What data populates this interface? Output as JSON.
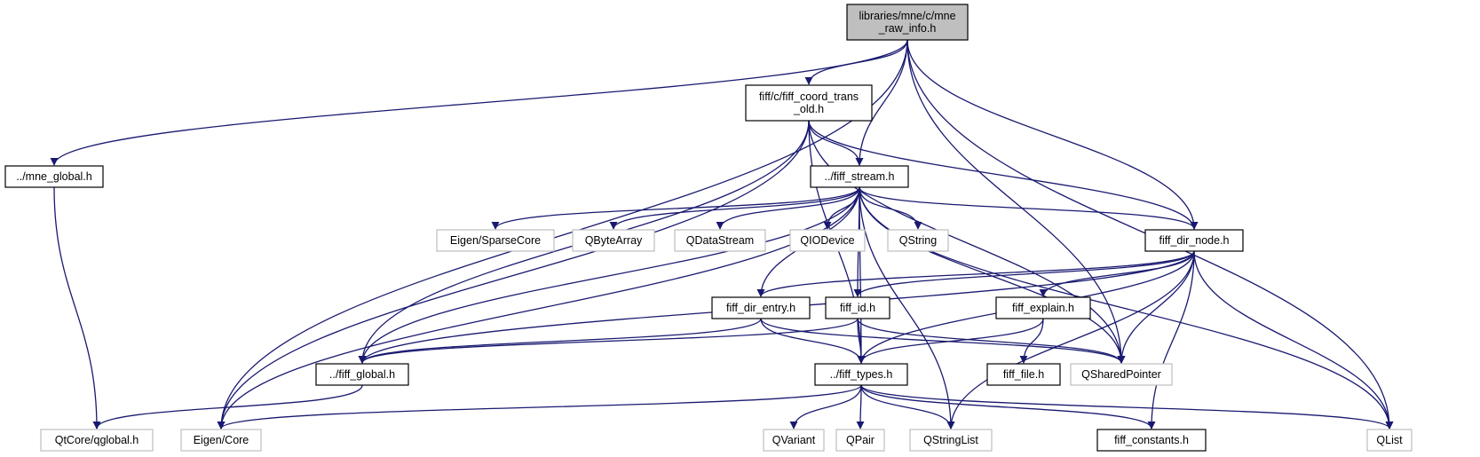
{
  "nodes": {
    "mne_raw_info": {
      "lines": [
        "libraries/mne/c/mne",
        "_raw_info.h"
      ],
      "kind": "root"
    },
    "fiff_coord_trans": {
      "lines": [
        "fiff/c/fiff_coord_trans",
        "_old.h"
      ],
      "kind": "local"
    },
    "mne_global": {
      "lines": [
        "../mne_global.h"
      ],
      "kind": "local"
    },
    "fiff_stream": {
      "lines": [
        "../fiff_stream.h"
      ],
      "kind": "local"
    },
    "eigen_sparse": {
      "lines": [
        "Eigen/SparseCore"
      ],
      "kind": "external"
    },
    "qbytearray": {
      "lines": [
        "QByteArray"
      ],
      "kind": "external"
    },
    "qdatastream": {
      "lines": [
        "QDataStream"
      ],
      "kind": "external"
    },
    "qiodevice": {
      "lines": [
        "QIODevice"
      ],
      "kind": "external"
    },
    "qstring": {
      "lines": [
        "QString"
      ],
      "kind": "external"
    },
    "fiff_dir_node": {
      "lines": [
        "fiff_dir_node.h"
      ],
      "kind": "local"
    },
    "fiff_dir_entry": {
      "lines": [
        "fiff_dir_entry.h"
      ],
      "kind": "local"
    },
    "fiff_id": {
      "lines": [
        "fiff_id.h"
      ],
      "kind": "local"
    },
    "fiff_explain": {
      "lines": [
        "fiff_explain.h"
      ],
      "kind": "local"
    },
    "fiff_global": {
      "lines": [
        "../fiff_global.h"
      ],
      "kind": "local"
    },
    "fiff_types": {
      "lines": [
        "../fiff_types.h"
      ],
      "kind": "local"
    },
    "fiff_file": {
      "lines": [
        "fiff_file.h"
      ],
      "kind": "local"
    },
    "qsharedpointer": {
      "lines": [
        "QSharedPointer"
      ],
      "kind": "external"
    },
    "qtcore_qglobal": {
      "lines": [
        "QtCore/qglobal.h"
      ],
      "kind": "external"
    },
    "eigen_core": {
      "lines": [
        "Eigen/Core"
      ],
      "kind": "external"
    },
    "qvariant": {
      "lines": [
        "QVariant"
      ],
      "kind": "external"
    },
    "qpair": {
      "lines": [
        "QPair"
      ],
      "kind": "external"
    },
    "qstringlist": {
      "lines": [
        "QStringList"
      ],
      "kind": "external"
    },
    "fiff_constants": {
      "lines": [
        "fiff_constants.h"
      ],
      "kind": "local"
    },
    "qlist": {
      "lines": [
        "QList"
      ],
      "kind": "external"
    }
  },
  "edges": [
    [
      "mne_raw_info",
      "fiff_coord_trans"
    ],
    [
      "mne_raw_info",
      "mne_global"
    ],
    [
      "mne_raw_info",
      "eigen_core"
    ],
    [
      "mne_raw_info",
      "fiff_stream"
    ],
    [
      "mne_raw_info",
      "fiff_dir_node"
    ],
    [
      "mne_raw_info",
      "qsharedpointer"
    ],
    [
      "mne_raw_info",
      "qlist"
    ],
    [
      "mne_global",
      "qtcore_qglobal"
    ],
    [
      "fiff_coord_trans",
      "fiff_stream"
    ],
    [
      "fiff_coord_trans",
      "fiff_global"
    ],
    [
      "fiff_coord_trans",
      "eigen_core"
    ],
    [
      "fiff_coord_trans",
      "fiff_types"
    ],
    [
      "fiff_coord_trans",
      "fiff_dir_node"
    ],
    [
      "fiff_coord_trans",
      "qsharedpointer"
    ],
    [
      "fiff_stream",
      "eigen_sparse"
    ],
    [
      "fiff_stream",
      "qbytearray"
    ],
    [
      "fiff_stream",
      "qdatastream"
    ],
    [
      "fiff_stream",
      "qiodevice"
    ],
    [
      "fiff_stream",
      "qstring"
    ],
    [
      "fiff_stream",
      "fiff_dir_node"
    ],
    [
      "fiff_stream",
      "fiff_dir_entry"
    ],
    [
      "fiff_stream",
      "fiff_id"
    ],
    [
      "fiff_stream",
      "fiff_global"
    ],
    [
      "fiff_stream",
      "eigen_core"
    ],
    [
      "fiff_stream",
      "fiff_types"
    ],
    [
      "fiff_stream",
      "qsharedpointer"
    ],
    [
      "fiff_stream",
      "qstringlist"
    ],
    [
      "fiff_stream",
      "qlist"
    ],
    [
      "fiff_dir_node",
      "fiff_dir_entry"
    ],
    [
      "fiff_dir_node",
      "fiff_id"
    ],
    [
      "fiff_dir_node",
      "fiff_explain"
    ],
    [
      "fiff_dir_node",
      "fiff_global"
    ],
    [
      "fiff_dir_node",
      "fiff_types"
    ],
    [
      "fiff_dir_node",
      "qsharedpointer"
    ],
    [
      "fiff_dir_node",
      "qstringlist"
    ],
    [
      "fiff_dir_node",
      "fiff_constants"
    ],
    [
      "fiff_dir_node",
      "qlist"
    ],
    [
      "fiff_dir_entry",
      "fiff_global"
    ],
    [
      "fiff_dir_entry",
      "fiff_types"
    ],
    [
      "fiff_dir_entry",
      "qsharedpointer"
    ],
    [
      "fiff_id",
      "fiff_global"
    ],
    [
      "fiff_id",
      "fiff_types"
    ],
    [
      "fiff_id",
      "qsharedpointer"
    ],
    [
      "fiff_explain",
      "fiff_types"
    ],
    [
      "fiff_explain",
      "fiff_file"
    ],
    [
      "fiff_global",
      "qtcore_qglobal"
    ],
    [
      "fiff_types",
      "eigen_core"
    ],
    [
      "fiff_types",
      "qvariant"
    ],
    [
      "fiff_types",
      "qpair"
    ],
    [
      "fiff_types",
      "qstringlist"
    ],
    [
      "fiff_types",
      "fiff_constants"
    ],
    [
      "fiff_types",
      "qlist"
    ]
  ],
  "colors": {
    "edge": "#191970",
    "root_fill": "#bfbfbf",
    "root_stroke": "#000000",
    "local_fill": "#ffffff",
    "local_stroke": "#000000",
    "external_fill": "#ffffff",
    "external_stroke": "#bfbfbf",
    "text": "#000000"
  }
}
